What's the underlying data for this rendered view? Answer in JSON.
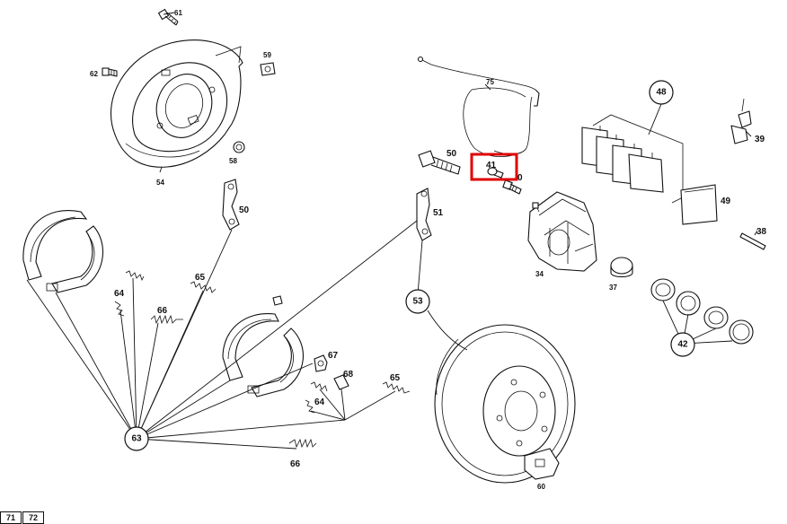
{
  "part_labels": {
    "p61": "61",
    "p62": "62",
    "p59": "59",
    "p58": "58",
    "p54": "54",
    "p50a": "50",
    "p75": "75",
    "p50b": "50",
    "p41": "41",
    "p40": "0",
    "p48": "48",
    "p39": "39",
    "p49": "49",
    "p38": "38",
    "p51": "51",
    "p34": "34",
    "p37": "37",
    "p53": "53",
    "p42": "42",
    "p65a": "65",
    "p64a": "64",
    "p66a": "66",
    "p67": "67",
    "p68": "68",
    "p65b": "65",
    "p64b": "64",
    "p63": "63",
    "p66b": "66",
    "p60": "60"
  },
  "page_tabs": [
    "71",
    "72"
  ],
  "highlight_color": "#e00000"
}
